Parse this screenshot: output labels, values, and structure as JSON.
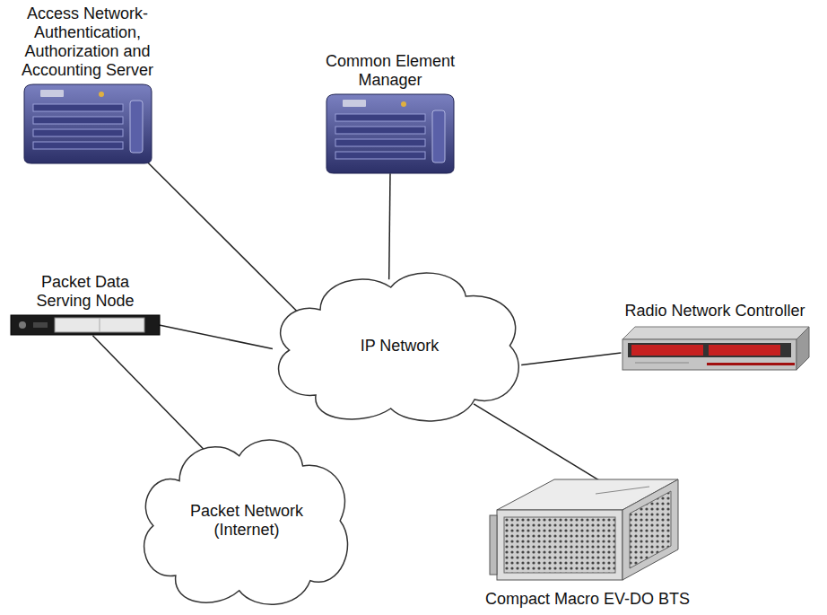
{
  "diagram": {
    "nodes": [
      {
        "text": [
          "Access Network- Authentication, Authorization and Accounting Server"
        ]
      },
      {
        "text": [
          "Common Element Manager"
        ]
      },
      {
        "text": [
          "Packet Data Serving Node"
        ]
      },
      {
        "text": [
          "IP Network"
        ]
      },
      {
        "text": [
          "Radio Network Controller"
        ]
      },
      {
        "text": [
          "Packet Network (Internet)"
        ]
      },
      {
        "text": [
          "Compact Macro EV-DO BTS"
        ]
      }
    ],
    "edges": [
      {
        "from": 0,
        "to": 3,
        "arrow": "none"
      },
      {
        "from": 1,
        "to": 3,
        "arrow": "none"
      },
      {
        "from": 2,
        "to": 3,
        "arrow": "none"
      },
      {
        "from": 3,
        "to": 4,
        "arrow": "none"
      },
      {
        "from": 3,
        "to": 6,
        "arrow": "none"
      },
      {
        "from": 2,
        "to": 5,
        "arrow": "none"
      }
    ]
  }
}
